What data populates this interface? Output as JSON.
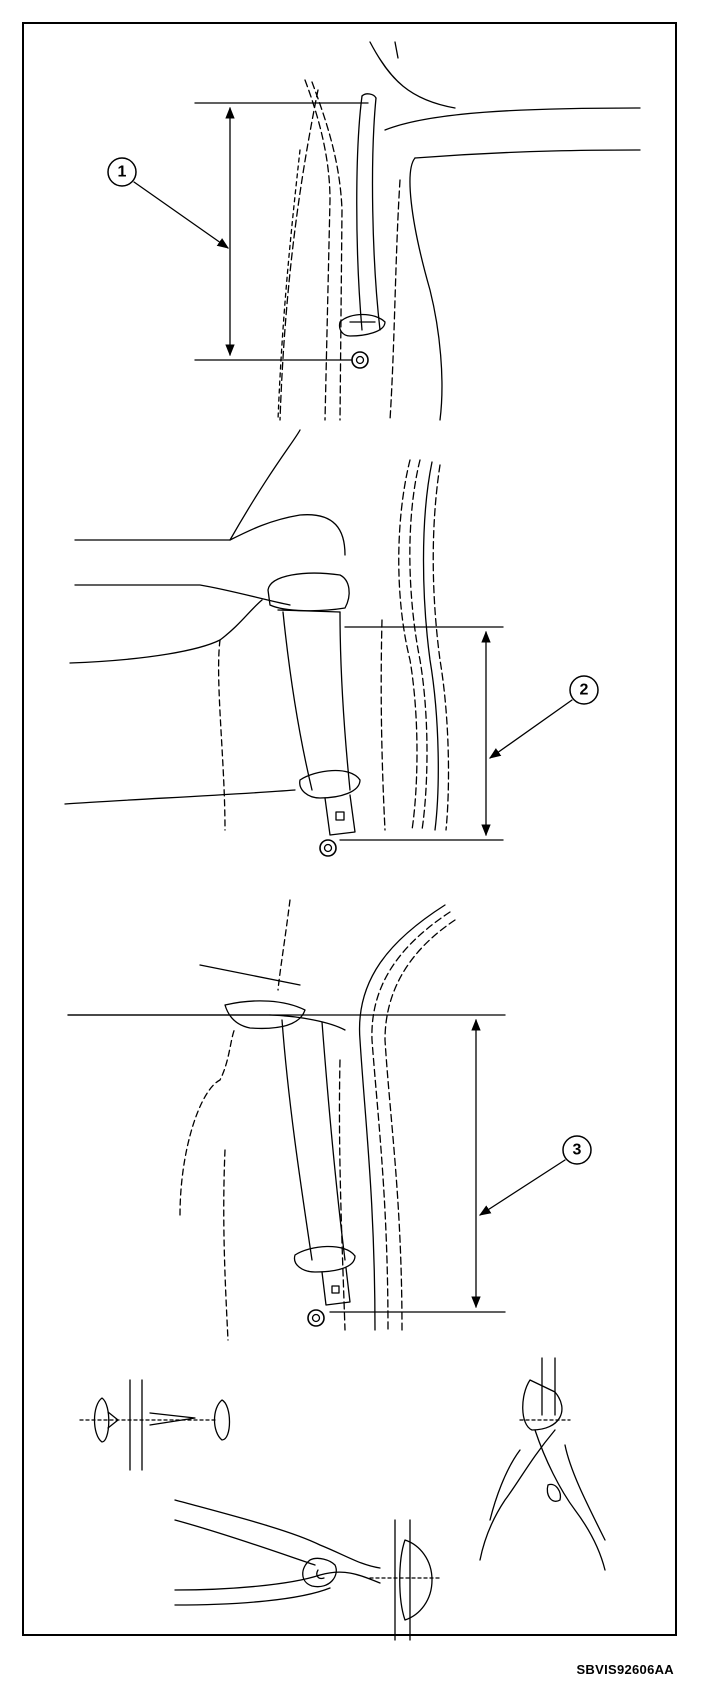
{
  "figure_code": "SBVIS92606AA",
  "callouts": [
    {
      "id": "callout-1",
      "label": "1"
    },
    {
      "id": "callout-2",
      "label": "2"
    },
    {
      "id": "callout-3",
      "label": "3"
    }
  ],
  "colors": {
    "ink": "#000000",
    "background": "#ffffff"
  }
}
